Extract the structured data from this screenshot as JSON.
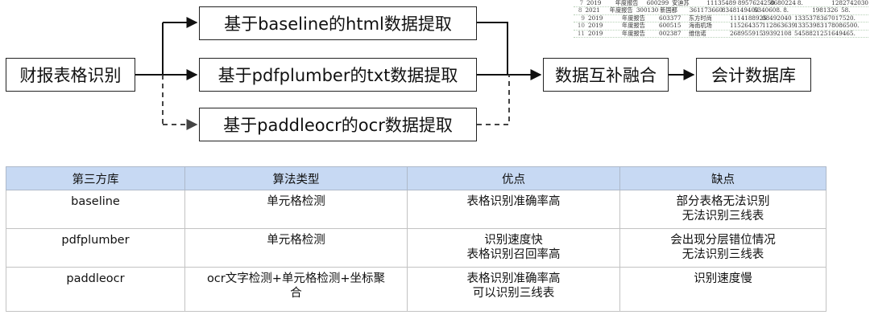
{
  "flow": {
    "source": "财报表格识别",
    "method_baseline": "基于baseline的html数据提取",
    "method_pdfplumber": "基于pdfplumber的txt数据提取",
    "method_paddleocr": "基于paddleocr的ocr数据提取",
    "merge": "数据互补融合",
    "target": "会计数据库"
  },
  "thumbnail": {
    "rows": [
      [
        "7",
        "2019",
        "年度报告",
        "600299",
        "安迪苏",
        "11135489",
        "8957624250",
        "8680224",
        "8.",
        "1282742030"
      ],
      [
        "8",
        "2021",
        "年度报告",
        "300130",
        "新国都",
        "361173660",
        "8348149400",
        "5340608.",
        "8.",
        "1981326",
        "58."
      ],
      [
        "9",
        "2019",
        "年度报告",
        "603377",
        "东方时尚",
        "1114188925",
        "08492040",
        "13353783.",
        "67017520."
      ],
      [
        "10",
        "2019",
        "年度报告",
        "600515",
        "海南机场",
        "115264357",
        "112863639",
        "13353983",
        "178086500."
      ],
      [
        "11",
        "2019",
        "年度报告",
        "002387",
        "维信诺",
        "268955915",
        "39392108",
        "54588212.",
        "51649465."
      ]
    ]
  },
  "table": {
    "headers": [
      "第三方库",
      "算法类型",
      "优点",
      "缺点"
    ],
    "rows": [
      [
        "baseline",
        "单元格检测",
        "表格识别准确率高",
        "部分表格无法识别\n无法识别三线表"
      ],
      [
        "pdfplumber",
        "单元格检测",
        "识别速度快\n表格识别召回率高",
        "会出现分层错位情况\n无法识别三线表"
      ],
      [
        "paddleocr",
        "ocr文字检测+单元格检测+坐标聚\n合",
        "表格识别准确率高\n可以识别三线表",
        "识别速度慢"
      ]
    ]
  }
}
